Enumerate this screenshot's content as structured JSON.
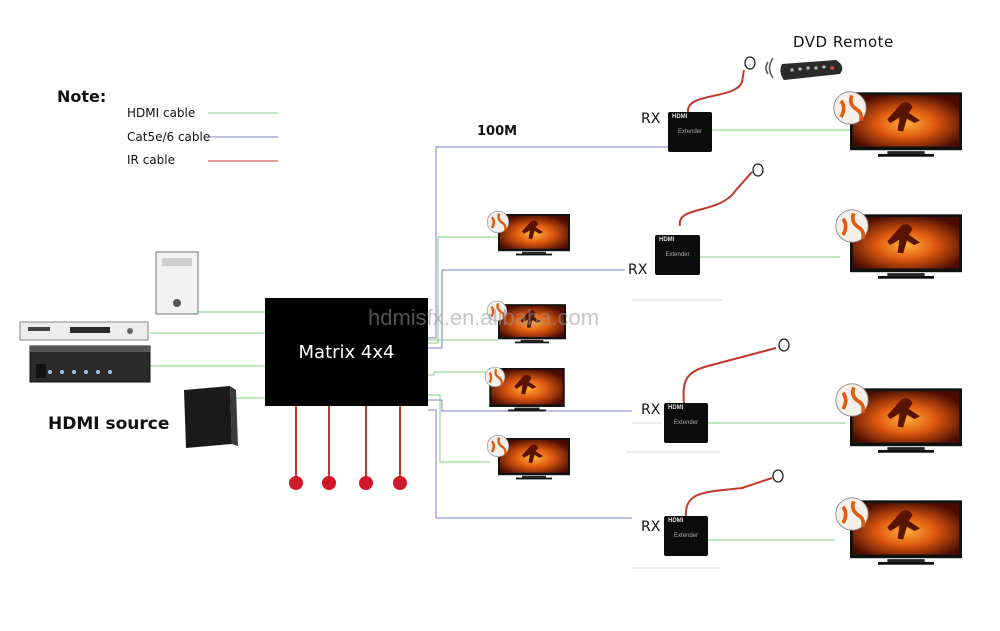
{
  "note": {
    "title": "Note:",
    "legend": [
      {
        "label": "HDMI cable",
        "color": "#7fcf7f"
      },
      {
        "label": "Cat5e/6 cable",
        "color": "#7b7fc9"
      },
      {
        "label": "IR cable",
        "color": "#c0392b"
      }
    ]
  },
  "source_label": "HDMI source",
  "matrix_label": "Matrix 4x4",
  "bandwidth_label": "100M",
  "remote_label": "DVD Remote",
  "watermark": "hdmisfx.en.alibaba.com",
  "receivers": [
    {
      "label": "RX",
      "device_text": "Extender"
    },
    {
      "label": "RX",
      "device_text": "Extender"
    },
    {
      "label": "RX",
      "device_text": "Extender"
    },
    {
      "label": "RX",
      "device_text": "Extender"
    }
  ],
  "colors": {
    "hdmi": "#7fcf7f",
    "cat": "#7b7fc9",
    "ir": "#c0392b",
    "device": "#000000"
  },
  "icons": [
    "pc-tower-icon",
    "dvd-player-icon",
    "av-receiver-icon",
    "game-console-icon",
    "tv-icon",
    "remote-control-icon",
    "ir-eye-icon"
  ]
}
